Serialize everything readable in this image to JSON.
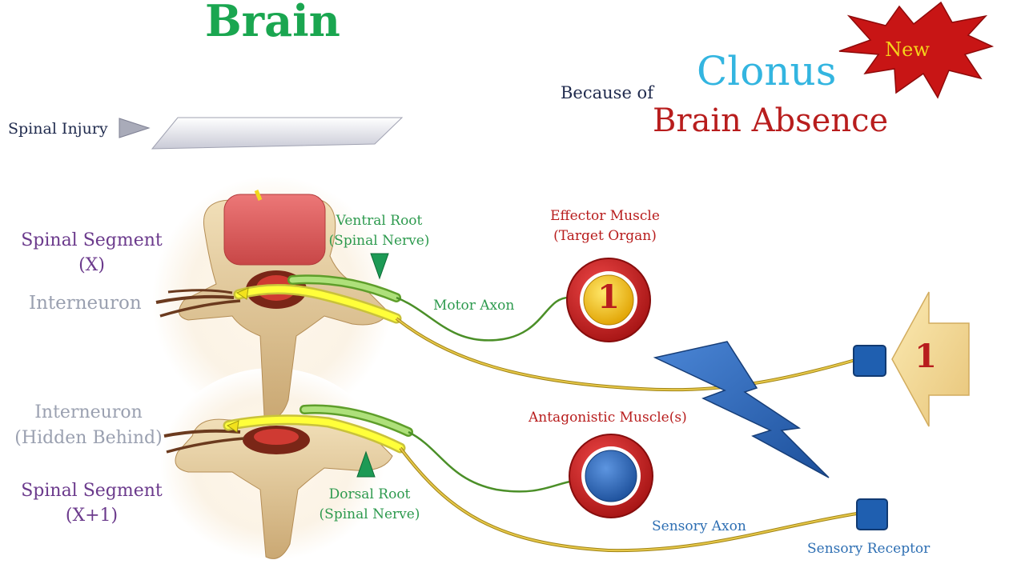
{
  "title": "Brain",
  "badge": "New",
  "caption": {
    "prefix": "Because of",
    "word": "Clonus",
    "cause": "Brain Absence"
  },
  "spinal_injury": "Spinal Injury",
  "labels": {
    "spinal_segment_x": [
      "Spinal Segment",
      "(X)"
    ],
    "interneuron": "Interneuron",
    "interneuron_hidden": [
      "Interneuron",
      "(Hidden Behind)"
    ],
    "spinal_segment_x1": [
      "Spinal Segment",
      "(X+1)"
    ],
    "ventral_root": [
      "Ventral Root",
      "(Spinal Nerve)"
    ],
    "dorsal_root": [
      "Dorsal Root",
      "(Spinal Nerve)"
    ],
    "motor_axon": "Motor Axon",
    "effector_muscle": [
      "Effector Muscle",
      "(Target Organ)"
    ],
    "effector_number": "1",
    "antagonistic_muscle": "Antagonistic Muscle(s)",
    "sensory_axon": "Sensory Axon",
    "sensory_receptor": "Sensory Receptor",
    "stimulus_number": "1"
  },
  "colors": {
    "title": "#1aa650",
    "clonus": "#33b5e0",
    "cause": "#b81d1d",
    "purple": "#6b3a8c",
    "grey": "#9aa0b0",
    "green": "#2d9a4e",
    "red": "#b81d1d",
    "blue": "#2e6fb3",
    "navy": "#1f2a4d"
  }
}
